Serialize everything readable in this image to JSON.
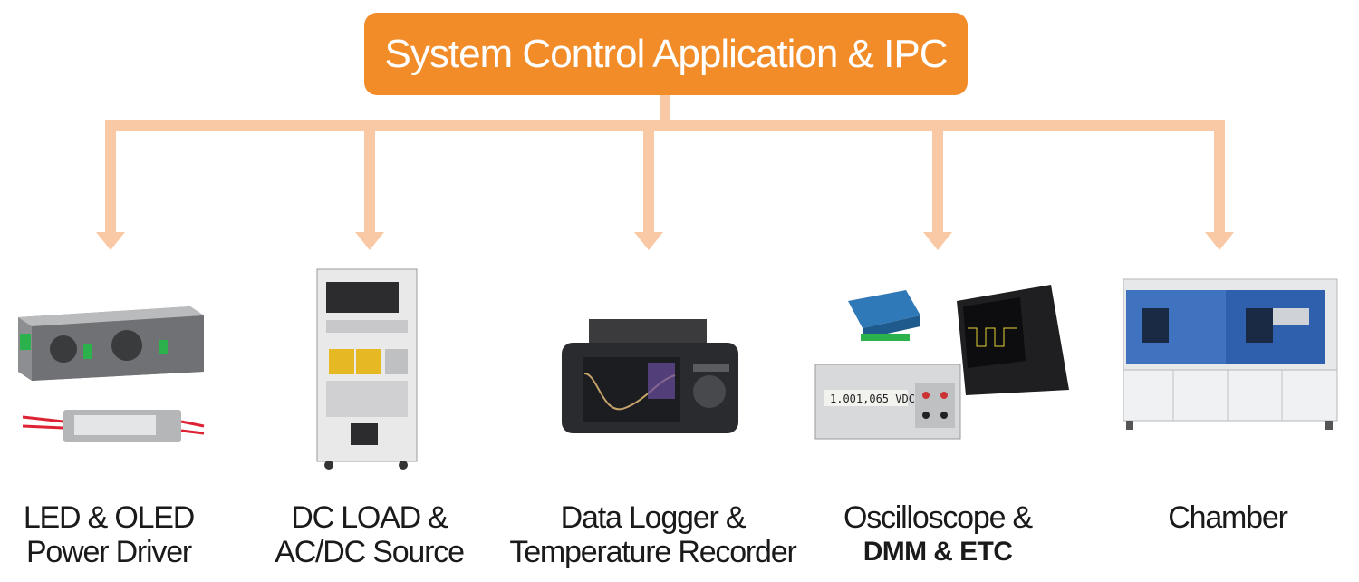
{
  "colors": {
    "header_bg": "#f28c28",
    "connector": "#f9c9a6"
  },
  "header": {
    "title": "System Control Application & IPC"
  },
  "nodes": [
    {
      "label_line1": "LED & OLED",
      "label_line2": "Power Driver",
      "image": "led-oled-power-driver"
    },
    {
      "label_line1": "DC LOAD &",
      "label_line2": "AC/DC Source",
      "image": "dc-load-rack"
    },
    {
      "label_line1": "Data Logger &",
      "label_line2": "Temperature Recorder",
      "image": "data-logger"
    },
    {
      "label_line1": "Oscilloscope &",
      "label_line2": "DMM & ETC",
      "image": "oscilloscope-dmm"
    },
    {
      "label_line1": "Chamber",
      "label_line2": "",
      "image": "environmental-chamber"
    }
  ]
}
